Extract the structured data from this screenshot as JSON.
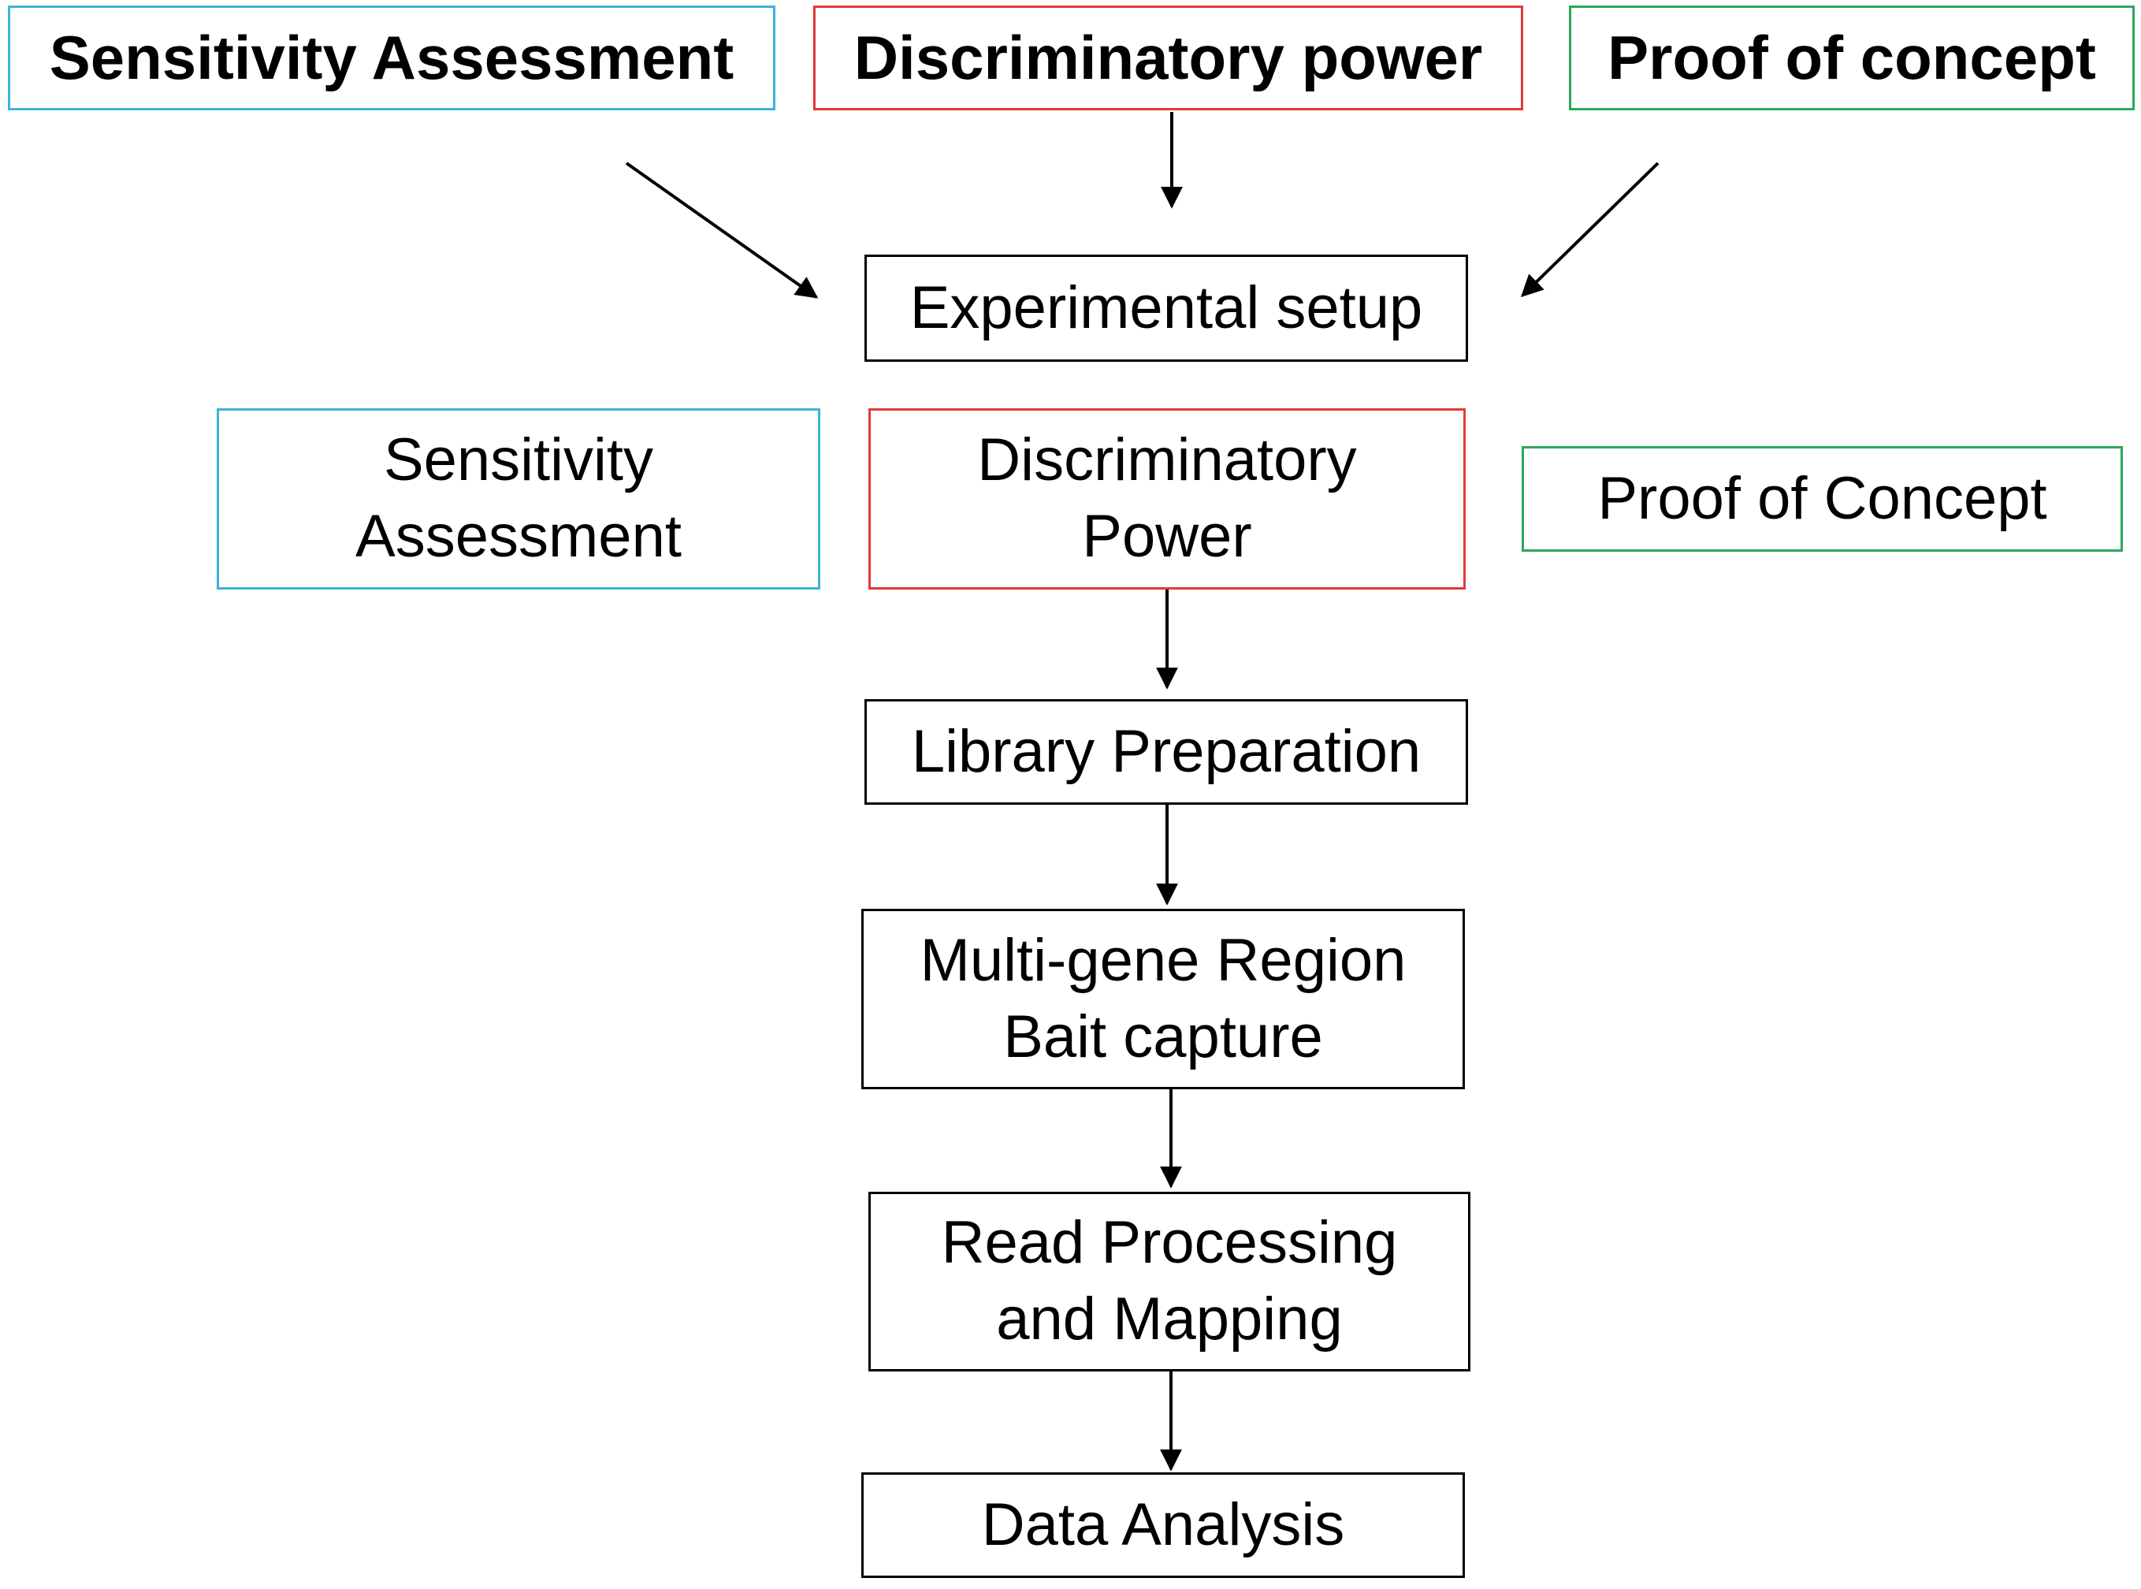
{
  "colors": {
    "sensitivity": "#3bb3d9",
    "discriminatory": "#e23a3a",
    "proof": "#2aa85a",
    "neutral": "#000000"
  },
  "top_row": {
    "sensitivity": "Sensitivity Assessment",
    "discriminatory": "Discriminatory power",
    "proof": "Proof of concept"
  },
  "experimental_setup": "Experimental setup",
  "branches": {
    "sensitivity": [
      "Sensitivity",
      "Assessment"
    ],
    "discriminatory": [
      "Discriminatory",
      "Power"
    ],
    "proof": "Proof of Concept"
  },
  "pipeline": {
    "library_preparation": "Library Preparation",
    "bait_capture": [
      "Multi-gene Region",
      "Bait capture"
    ],
    "read_processing": [
      "Read Processing",
      "and Mapping"
    ],
    "data_analysis": "Data Analysis"
  }
}
